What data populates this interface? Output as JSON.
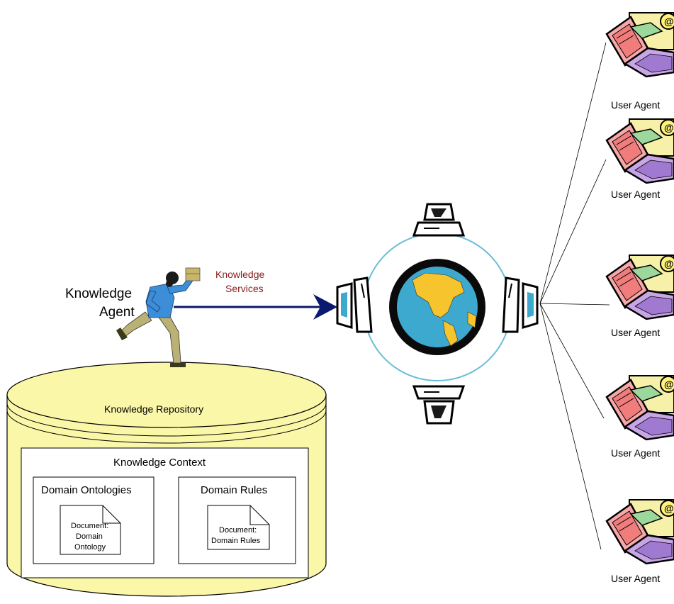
{
  "knowledge_agent": {
    "line1": "Knowledge",
    "line2": "Agent"
  },
  "knowledge_services": {
    "line1": "Knowledge",
    "line2": "Services",
    "color": "#8b1a1a"
  },
  "repository": {
    "title": "Knowledge Repository",
    "context": {
      "title": "Knowledge Context",
      "ontologies": {
        "title": "Domain Ontologies",
        "doc_lines": [
          "Document:",
          "Domain",
          "Ontology"
        ]
      },
      "rules": {
        "title": "Domain Rules",
        "doc_lines": [
          "Document:",
          "Domain Rules"
        ]
      }
    },
    "fill_color": "#fbf7a9"
  },
  "user_agents": [
    {
      "label": "User Agent"
    },
    {
      "label": "User Agent"
    },
    {
      "label": "User Agent"
    },
    {
      "label": "User Agent"
    },
    {
      "label": "User Agent"
    }
  ],
  "colors": {
    "arrow": "#0a1a6e",
    "globe_ocean": "#3ea9cf",
    "globe_land": "#f6c42c",
    "ring": "#6bbcd8"
  }
}
